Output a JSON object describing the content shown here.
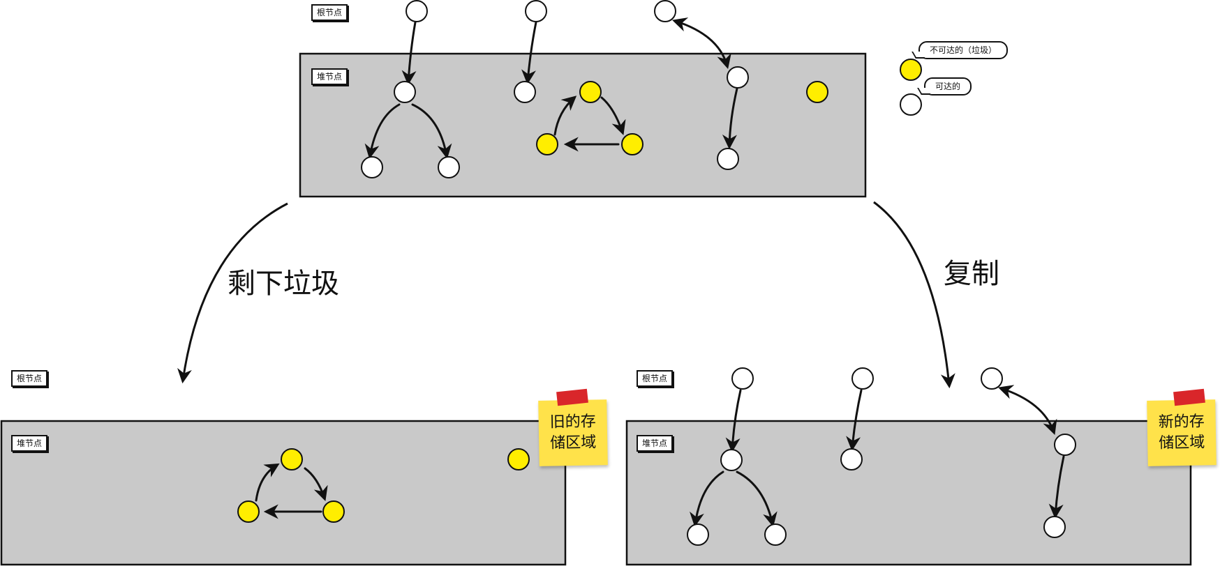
{
  "labels": {
    "root_node": "根节点",
    "heap_node": "堆节点",
    "garbage_left": "剩下垃圾",
    "copy": "复制",
    "old_area_line1": "旧的存",
    "old_area_line2": "储区域",
    "new_area_line1": "新的存",
    "new_area_line2": "储区域"
  },
  "legend": {
    "unreachable": "不可达的（垃圾）",
    "reachable": "可达的"
  },
  "colors": {
    "heap_fill": "#c9c9c9",
    "reachable": "#ffffff",
    "garbage": "#ffee00",
    "stroke": "#111111",
    "sticky": "#ffe24a",
    "tape": "#d9262a"
  },
  "icons": {
    "reachable_node": "white-circle-icon",
    "garbage_node": "yellow-circle-icon"
  }
}
